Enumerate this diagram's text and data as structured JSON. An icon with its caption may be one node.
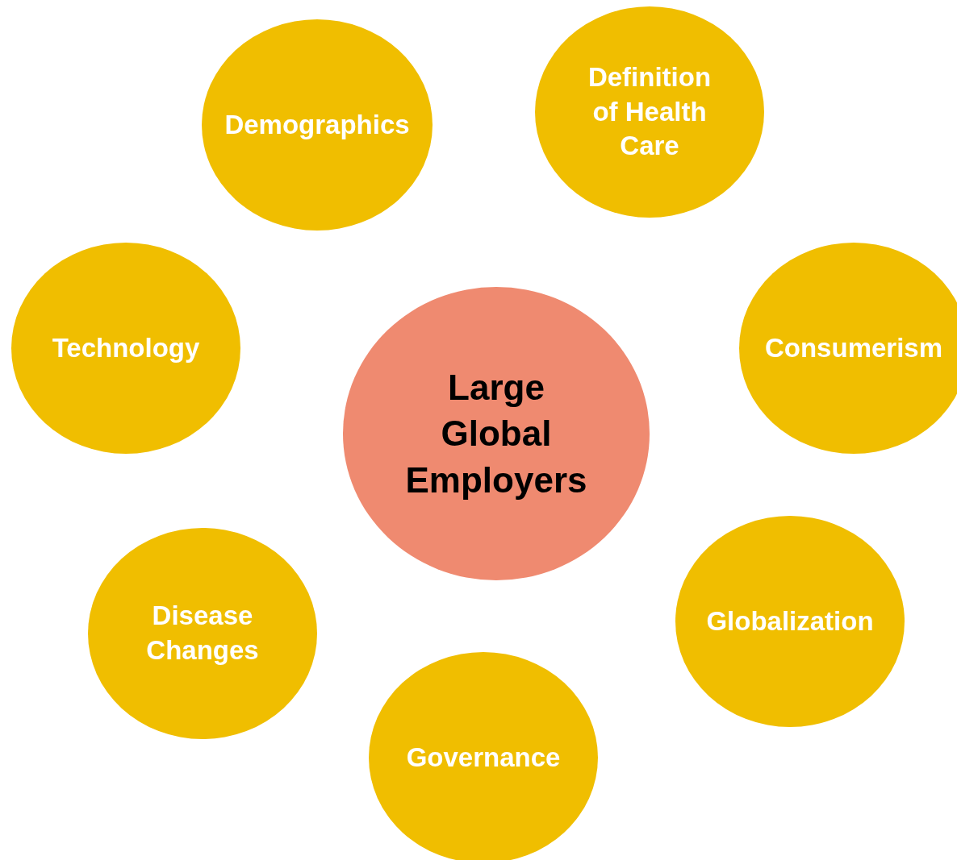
{
  "diagram": {
    "nodes": [
      {
        "text": [
          "Demographics"
        ]
      },
      {
        "text": [
          "Definition of Health Care"
        ]
      },
      {
        "text": [
          "Technology"
        ]
      },
      {
        "text": [
          "Consumerism"
        ]
      },
      {
        "text": [
          "Large Global Employers"
        ]
      },
      {
        "text": [
          "Disease Changes"
        ]
      },
      {
        "text": [
          "Globalization"
        ]
      },
      {
        "text": [
          "Governance"
        ]
      }
    ]
  }
}
